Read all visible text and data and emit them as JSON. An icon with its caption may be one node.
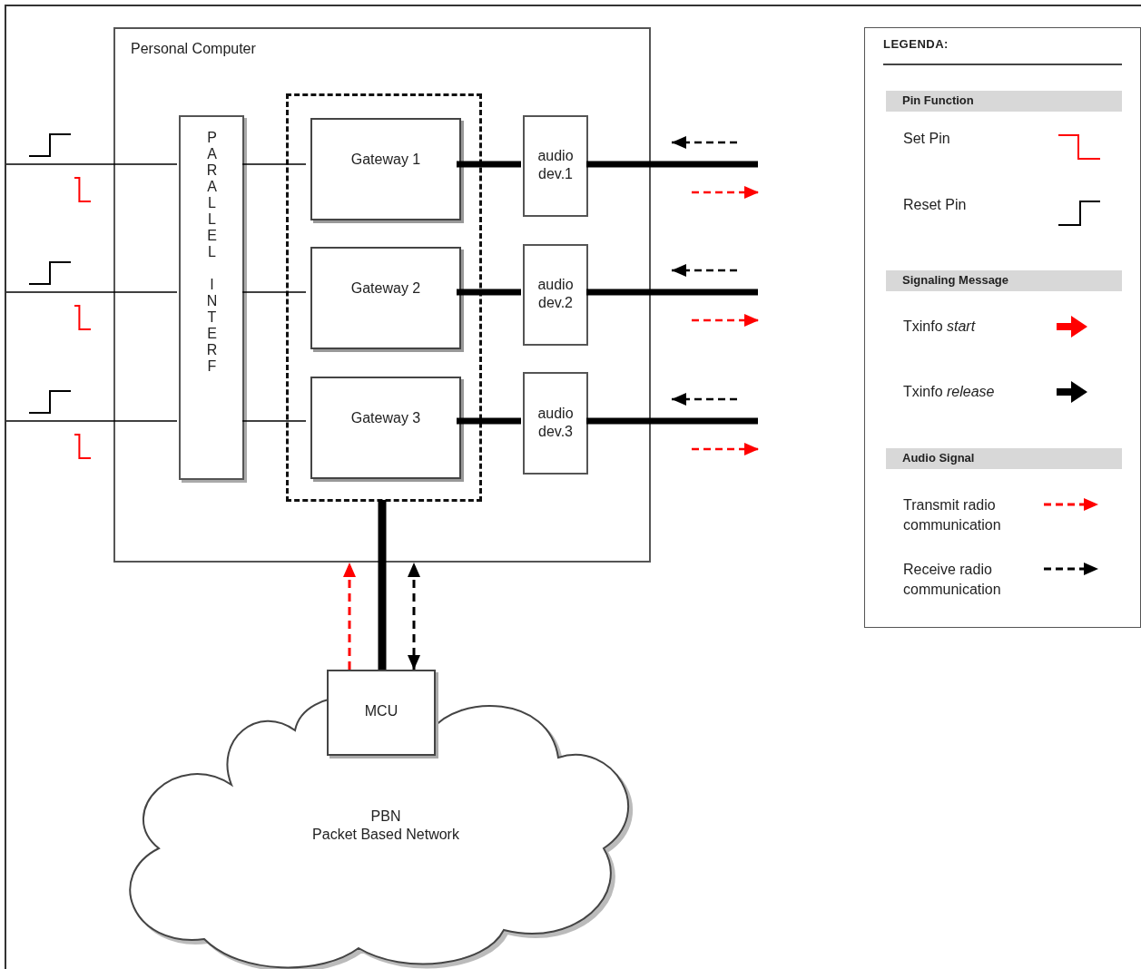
{
  "diagram": {
    "nodes": [
      {
        "text": [
          "Personal Computer"
        ]
      },
      {
        "text": [
          "PARALLEL INTERF"
        ],
        "in": 0
      },
      {
        "text": [],
        "shape": "box",
        "in": 0
      },
      {
        "text": [
          "Gateway 1"
        ],
        "in": 2
      },
      {
        "text": [
          "Gateway 2"
        ],
        "in": 2
      },
      {
        "text": [
          "Gateway 3"
        ],
        "in": 2
      },
      {
        "text": [
          "audio dev.1"
        ],
        "in": 0
      },
      {
        "text": [
          "audio dev.2"
        ],
        "in": 0
      },
      {
        "text": [
          "audio dev.3"
        ],
        "in": 0
      },
      {
        "text": [
          "MCU"
        ]
      },
      {
        "text": [
          "PBN",
          "Packet Based Network"
        ]
      }
    ],
    "edges": [
      {
        "from": null,
        "to": 1,
        "arrow": "none"
      },
      {
        "from": null,
        "to": 1,
        "arrow": "none"
      },
      {
        "from": null,
        "to": 1,
        "arrow": "none"
      },
      {
        "from": 1,
        "to": 3,
        "arrow": "none"
      },
      {
        "from": 1,
        "to": 4,
        "arrow": "none"
      },
      {
        "from": 1,
        "to": 5,
        "arrow": "none"
      },
      {
        "from": 3,
        "to": 6,
        "arrow": "none",
        "style": "thick"
      },
      {
        "from": 4,
        "to": 7,
        "arrow": "none",
        "style": "thick"
      },
      {
        "from": 5,
        "to": 8,
        "arrow": "none",
        "style": "thick"
      },
      {
        "from": 6,
        "to": null,
        "arrow": "none",
        "style": "thick"
      },
      {
        "from": 7,
        "to": null,
        "arrow": "none",
        "style": "thick"
      },
      {
        "from": 8,
        "to": null,
        "arrow": "none",
        "style": "thick"
      },
      {
        "from": 2,
        "to": 9,
        "arrow": "none",
        "style": "thick"
      },
      {
        "from": 9,
        "to": 0,
        "arrow": "to",
        "style": "dashed",
        "color": "#ff0000"
      },
      {
        "from": 9,
        "to": 0,
        "arrow": "both",
        "style": "dashed"
      }
    ],
    "labels": [
      "LEGENDA:",
      "Pin Function",
      "Signaling Message",
      "Audio Signal"
    ],
    "legend": [
      {
        "text": "Set Pin"
      },
      {
        "text": "Reset Pin"
      },
      {
        "text": "Txinfo *start*"
      },
      {
        "text": "Txinfo *release*"
      },
      {
        "text": "Transmit radio communication"
      },
      {
        "text": "Receive radio communication"
      }
    ]
  }
}
